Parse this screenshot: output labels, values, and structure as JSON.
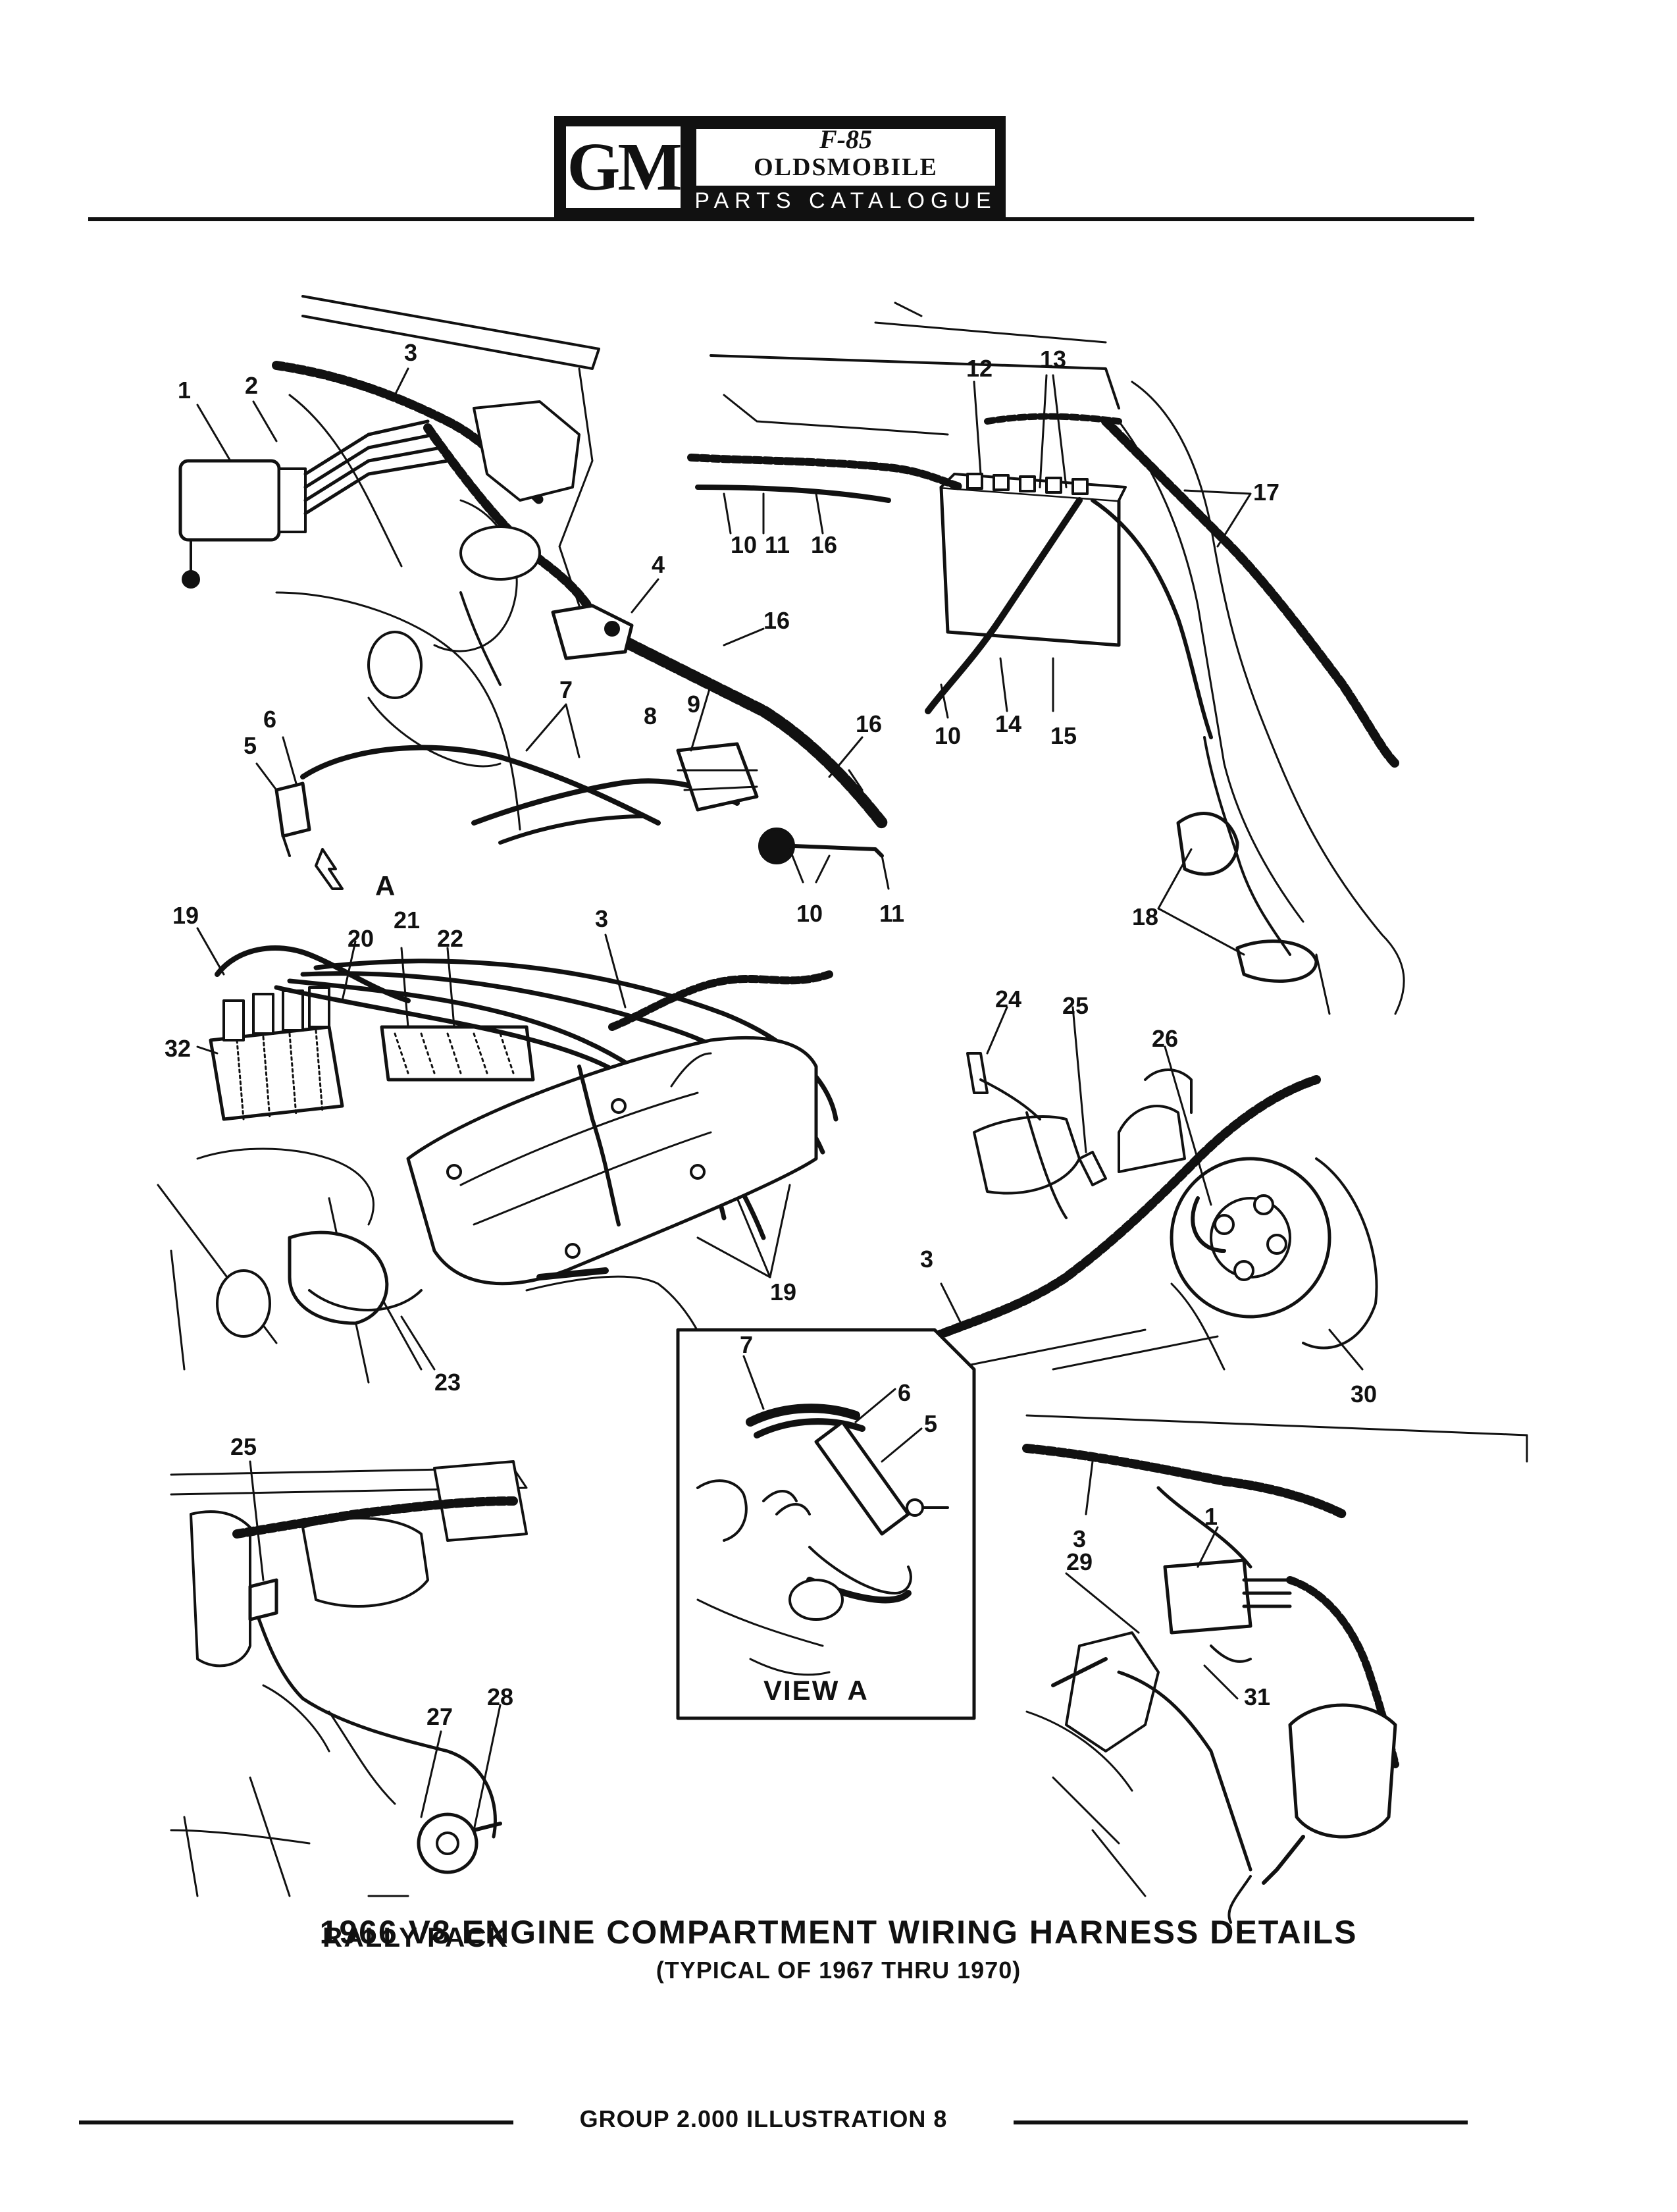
{
  "header": {
    "brand": "GM",
    "model": "F-85",
    "make": "OLDSMOBILE",
    "catalog": "PARTS CATALOGUE"
  },
  "views": {
    "view_a": "VIEW A",
    "rally_pack": "RALLY PACK",
    "arrow_a": "A"
  },
  "callouts": [
    "1",
    "2",
    "3",
    "4",
    "5",
    "6",
    "7",
    "8",
    "9",
    "10",
    "11",
    "12",
    "13",
    "14",
    "15",
    "16",
    "17",
    "18",
    "19",
    "20",
    "21",
    "22",
    "23",
    "24",
    "25",
    "26",
    "27",
    "28",
    "29",
    "30",
    "31",
    "32"
  ],
  "caption": {
    "title": "1966 V8 ENGINE COMPARTMENT WIRING HARNESS DETAILS",
    "subtitle": "(TYPICAL OF 1967 THRU 1970)",
    "group": "GROUP 2.000 ILLUSTRATION 8"
  }
}
